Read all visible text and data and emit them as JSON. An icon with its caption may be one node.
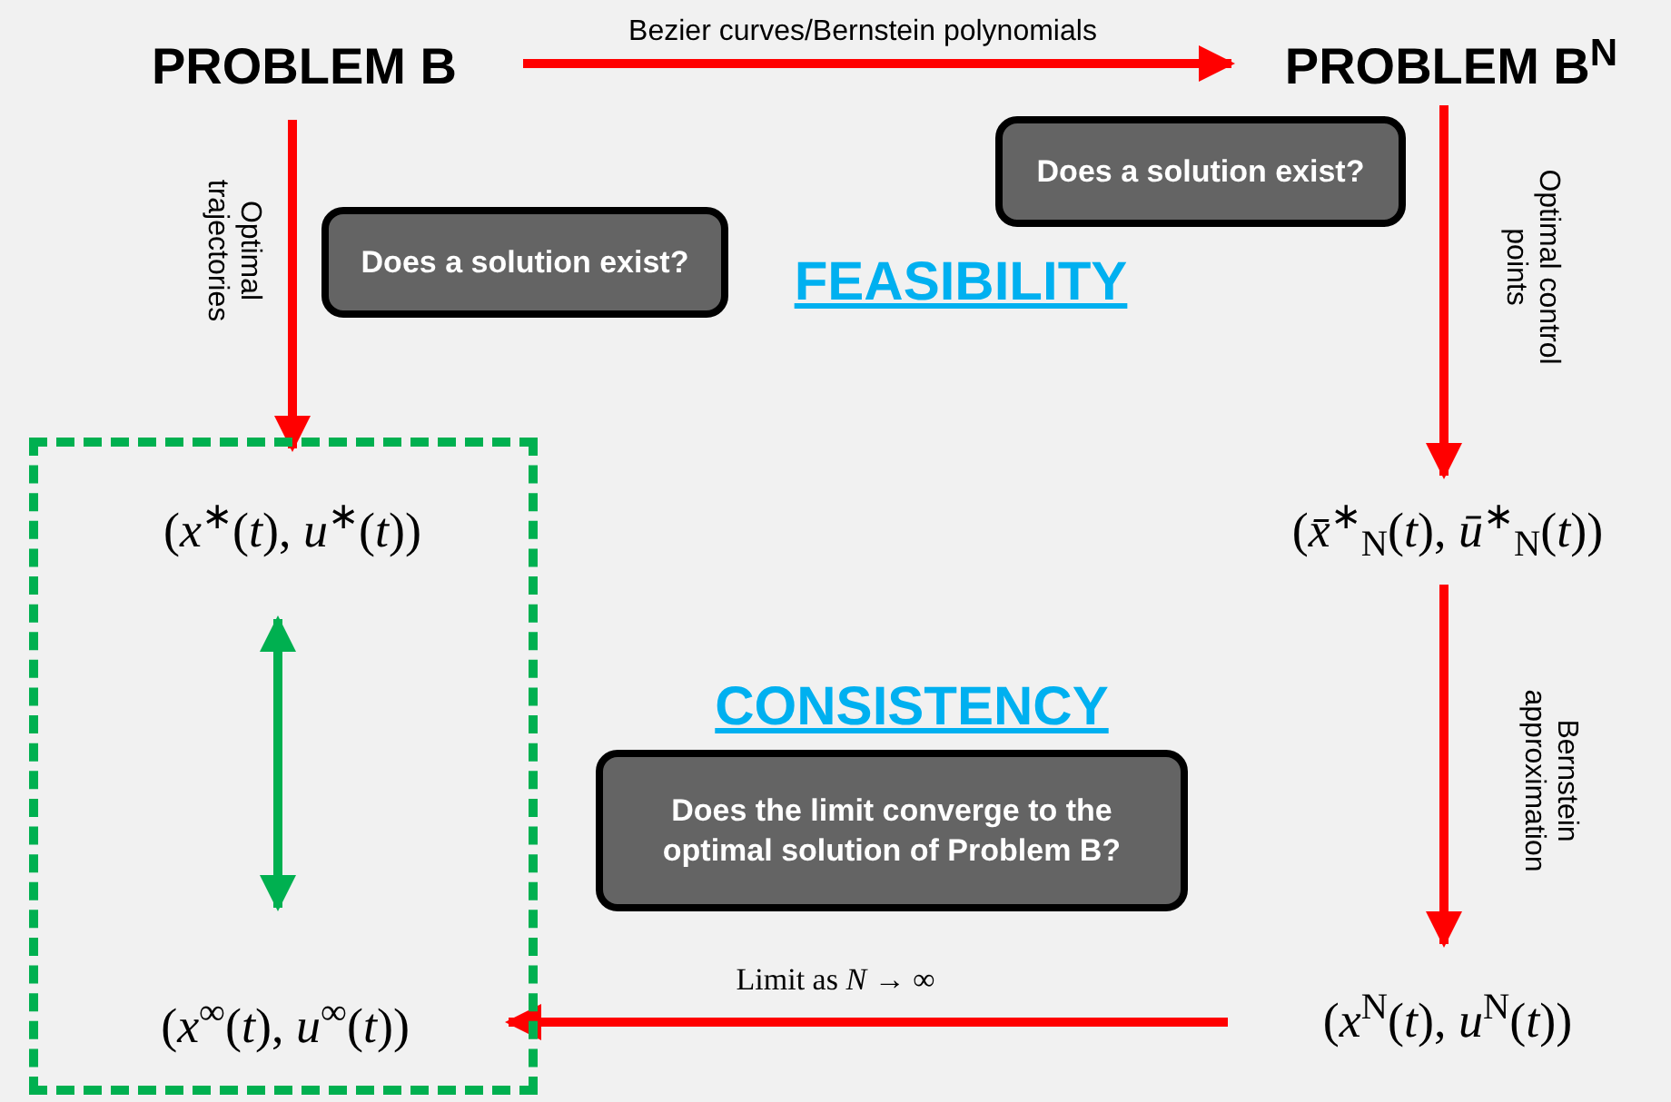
{
  "diagram": {
    "nodes": [
      {
        "text": [
          "PROBLEM B"
        ]
      },
      {
        "text": [
          "PROBLEM B$^{N}$"
        ]
      },
      {
        "text": [
          "Does a solution exist?"
        ]
      },
      {
        "text": [
          "Does a solution exist?"
        ]
      },
      {
        "text": [],
        "shape": "box"
      },
      {
        "text": [
          "(*x*$^{∗}$(*t*), *u*$^{∗}$(*t*))"
        ],
        "in": 4
      },
      {
        "text": [
          "(*x̄*$^{∗}$$_{N}$(*t*), *ū*$^{∗}$$_{N}$(*t*))"
        ]
      },
      {
        "text": [
          "Does the limit  converge to the optimal solution of Problem B?"
        ]
      },
      {
        "text": [
          "(*x*$^{∞}$(*t*), *u*$^{∞}$(*t*))"
        ],
        "in": 4
      },
      {
        "text": [
          "(*x*$^{N}$(*t*), *u*$^{N}$(*t*))"
        ]
      }
    ],
    "edges": [
      {
        "from": 0,
        "to": 1,
        "arrow": "to",
        "label": "Bezier curves/Bernstein polynomials"
      },
      {
        "from": 0,
        "to": 5,
        "arrow": "to",
        "label": "Optimal trajectories"
      },
      {
        "from": 1,
        "to": 6,
        "arrow": "to",
        "label": "Optimal control points"
      },
      {
        "from": 6,
        "to": 9,
        "arrow": "to",
        "label": "Bernstein approximation"
      },
      {
        "from": 9,
        "to": 8,
        "arrow": "to",
        "label": "Limit as *N* → ∞"
      },
      {
        "from": 5,
        "to": 8,
        "arrow": "both",
        "color": "#00b050"
      }
    ],
    "labels": [
      "FEASIBILITY",
      "CONSISTENCY"
    ]
  }
}
